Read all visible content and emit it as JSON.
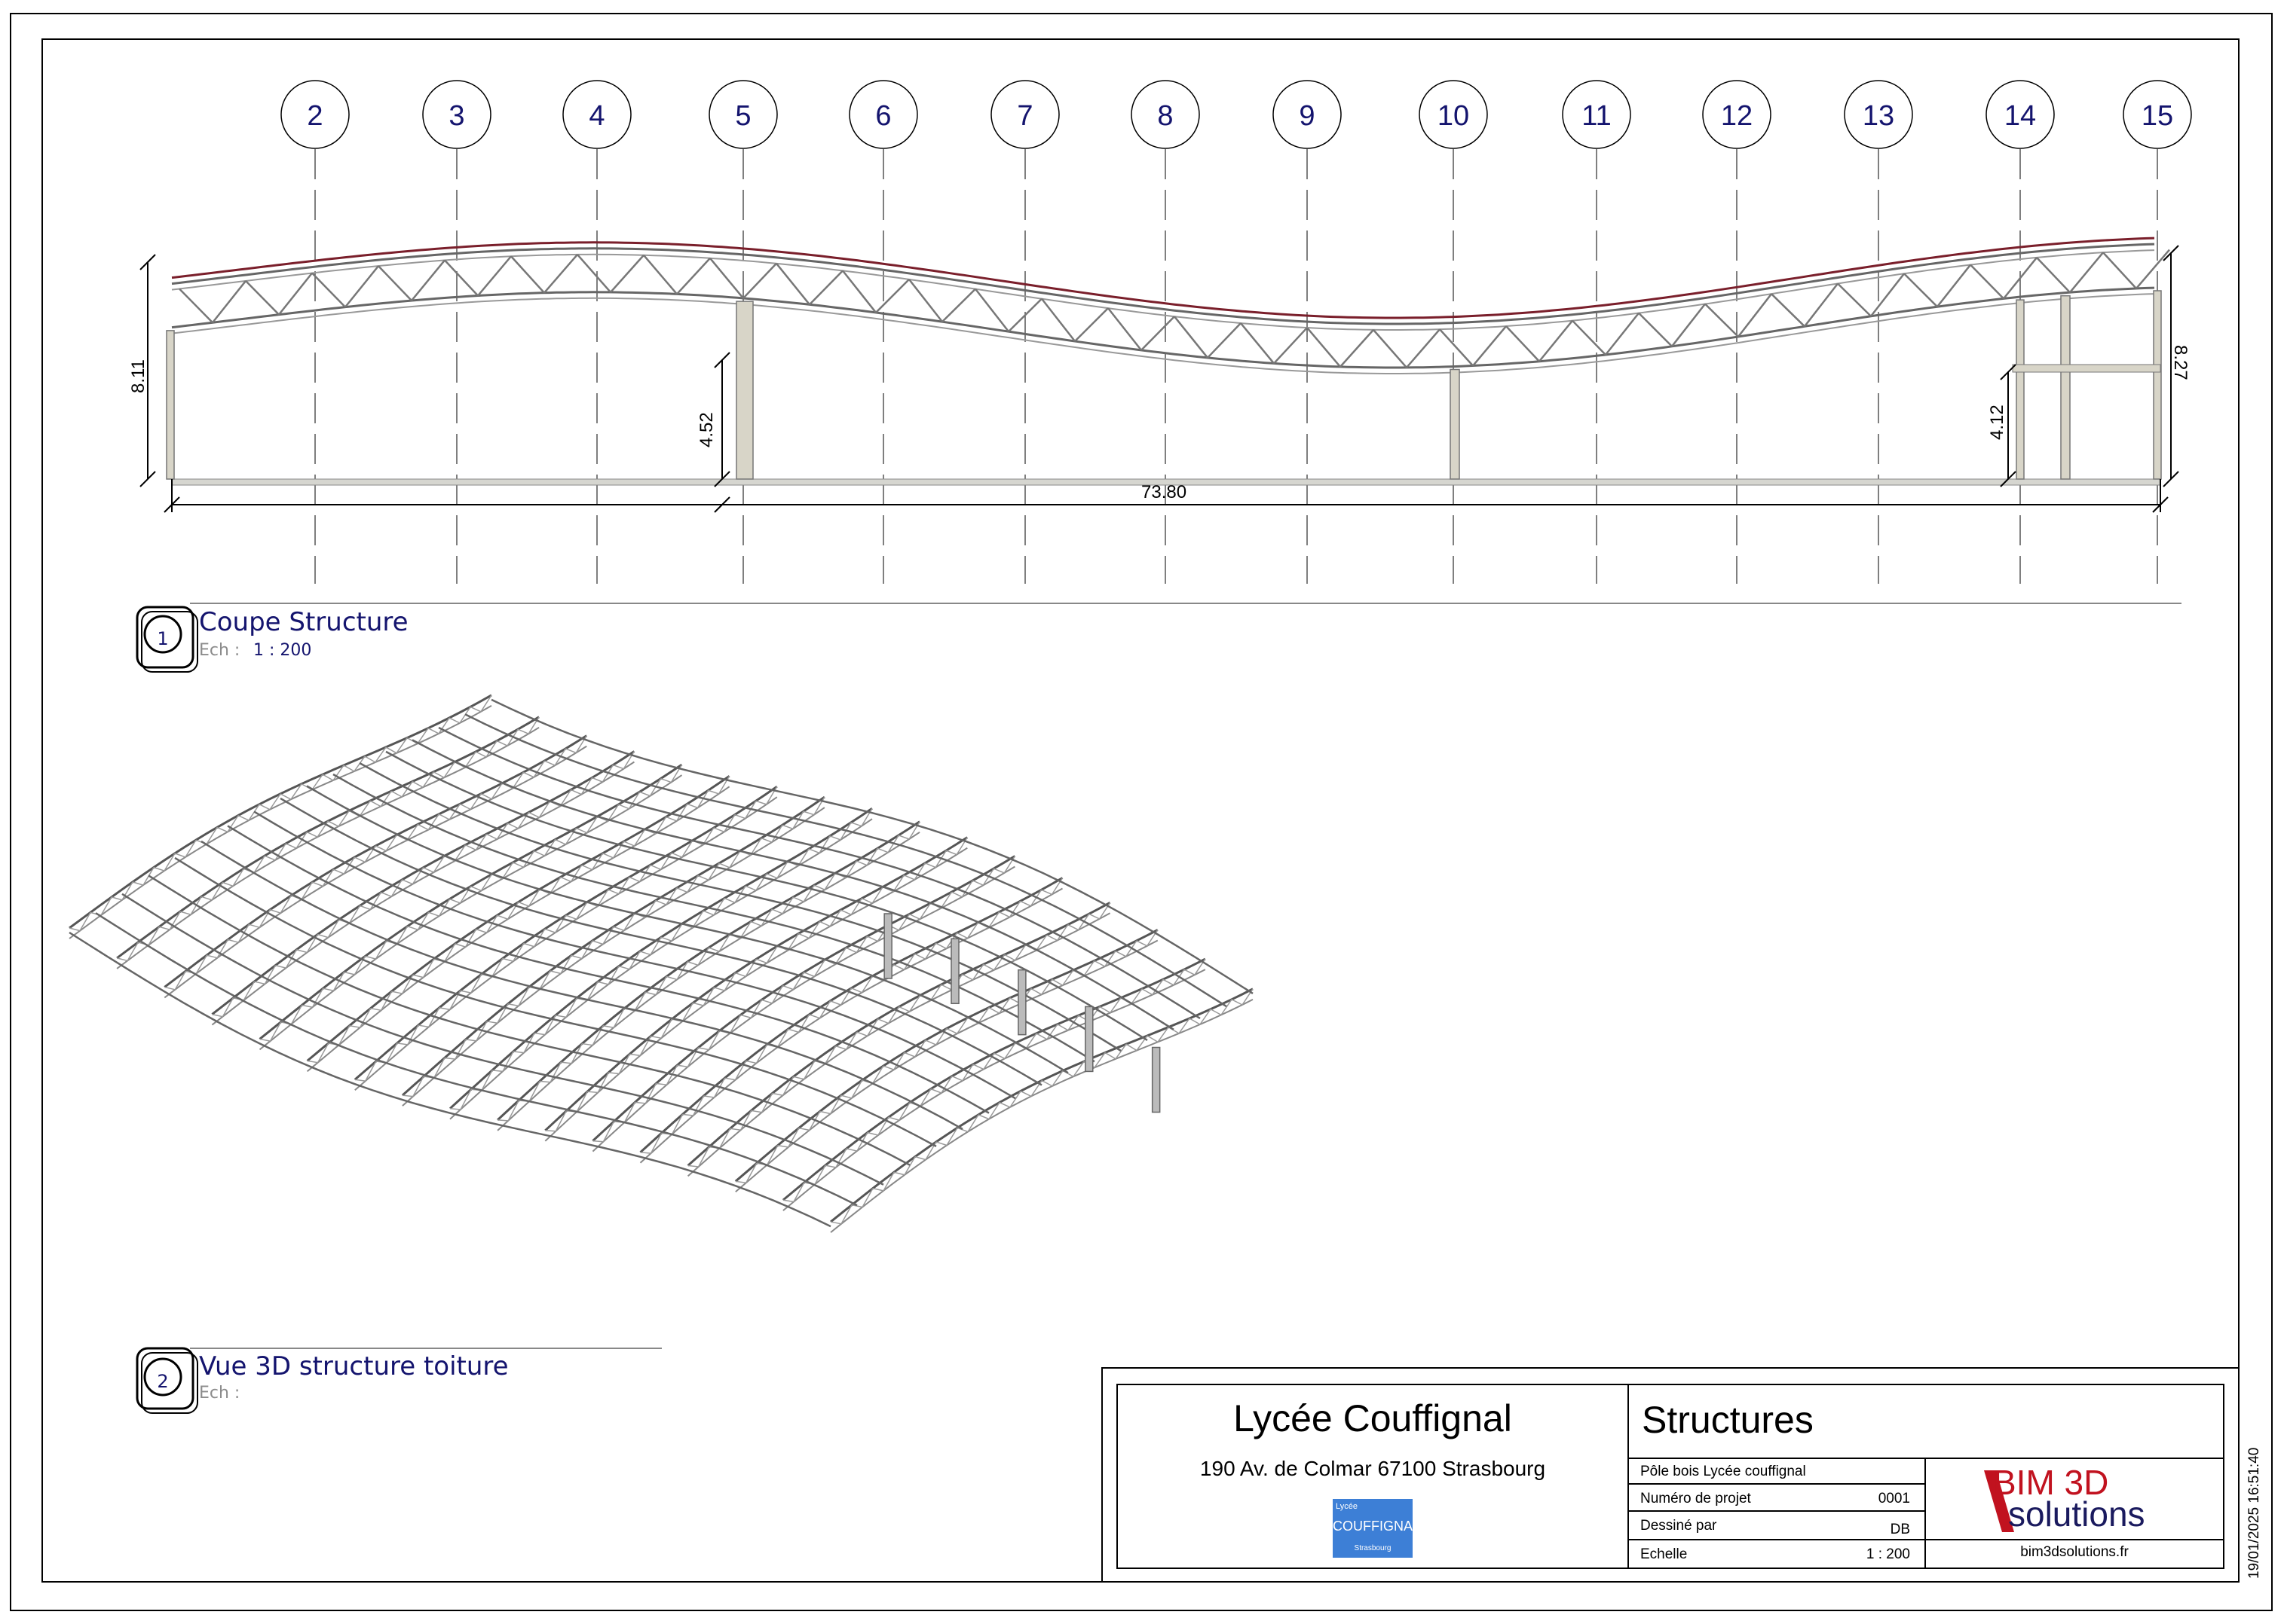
{
  "grid_lines": [
    "2",
    "3",
    "4",
    "5",
    "6",
    "7",
    "8",
    "9",
    "10",
    "11",
    "12",
    "13",
    "14",
    "15"
  ],
  "section_dims": {
    "total_length": "73.80",
    "left_height": "8.11",
    "right_height": "8.27",
    "mid_column_height": "4.52",
    "right_column_height": "4.12"
  },
  "view1": {
    "number": "1",
    "title": "Coupe Structure",
    "ech_label": "Ech :",
    "ech_value": "1 : 200"
  },
  "view2": {
    "number": "2",
    "title": "Vue 3D structure toiture",
    "ech_label": "Ech :"
  },
  "title_block": {
    "project_name": "Lycée Couffignal",
    "address": "190 Av. de Colmar 67100 Strasbourg",
    "sheet_title": "Structures",
    "project_desc": "Pôle bois Lycée couffignal",
    "rows": [
      {
        "label": "Numéro de projet",
        "value": "0001"
      },
      {
        "label": "Dessiné par",
        "value": "DB"
      },
      {
        "label": "Echelle",
        "value": "1 : 200"
      }
    ],
    "logo": {
      "line1": "Lycée",
      "line2": "COUFFIGNAL",
      "line3": "Strasbourg",
      "color": "#3d7fd6"
    },
    "company_logo": {
      "line1": "BIM 3D",
      "line2": "solutions",
      "accent": "#c1121f",
      "text_color": "#1a1a5e"
    },
    "company_url": "bim3dsolutions.fr"
  },
  "date_stamp": "19/01/2025 16:51:40"
}
